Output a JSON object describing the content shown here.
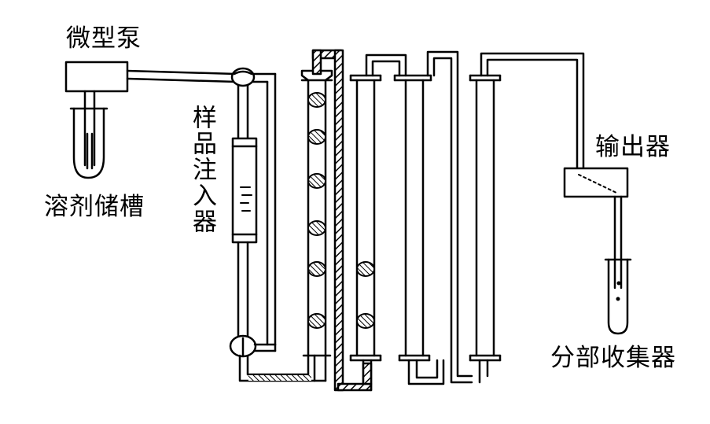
{
  "labels": {
    "pump": "微型泵",
    "solvent_reservoir": "溶剂储槽",
    "sample_injector": "样品注入器",
    "detector": "输出器",
    "fraction_collector": "分部收集器"
  },
  "colors": {
    "line": "#000000",
    "background": "#ffffff"
  }
}
